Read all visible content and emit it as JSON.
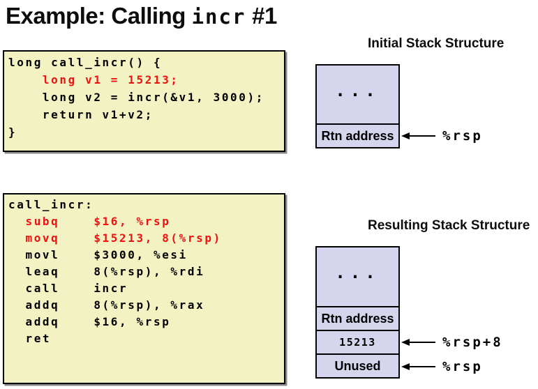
{
  "title": {
    "pre": "Example: Calling ",
    "code": "incr",
    "post": " #1"
  },
  "c_code": {
    "lines": [
      {
        "text": "long call_incr() {",
        "red": false
      },
      {
        "text": "    long v1 = 15213;",
        "red": true
      },
      {
        "text": "    long v2 = incr(&v1, 3000);",
        "red": false
      },
      {
        "text": "    return v1+v2;",
        "red": false
      },
      {
        "text": "}",
        "red": false
      }
    ]
  },
  "asm_code": {
    "lines": [
      {
        "text": "call_incr:",
        "red": false
      },
      {
        "text": "  subq    $16, %rsp",
        "red": true
      },
      {
        "text": "  movq    $15213, 8(%rsp)",
        "red": true
      },
      {
        "text": "  movl    $3000, %esi",
        "red": false
      },
      {
        "text": "  leaq    8(%rsp), %rdi",
        "red": false
      },
      {
        "text": "  call    incr",
        "red": false
      },
      {
        "text": "  addq    8(%rsp), %rax",
        "red": false
      },
      {
        "text": "  addq    $16, %rsp",
        "red": false
      },
      {
        "text": "  ret",
        "red": false
      }
    ]
  },
  "initial_stack": {
    "title": "Initial Stack Structure",
    "cells": [
      {
        "label": "...",
        "type": "dots"
      },
      {
        "label": "Rtn address",
        "type": "sans"
      }
    ],
    "pointers": [
      {
        "label": "%rsp",
        "points_to": "Rtn address"
      }
    ]
  },
  "resulting_stack": {
    "title": "Resulting Stack Structure",
    "cells": [
      {
        "label": "...",
        "type": "dots"
      },
      {
        "label": "Rtn address",
        "type": "sans"
      },
      {
        "label": "15213",
        "type": "mono"
      },
      {
        "label": "Unused",
        "type": "sans"
      }
    ],
    "pointers": [
      {
        "label": "%rsp+8",
        "points_to": "15213"
      },
      {
        "label": "%rsp",
        "points_to": "Unused"
      }
    ]
  },
  "colors": {
    "code_bg": "#f2f2c2",
    "stack_bg": "#d5d5ed",
    "highlight_red": "#ee1111"
  }
}
